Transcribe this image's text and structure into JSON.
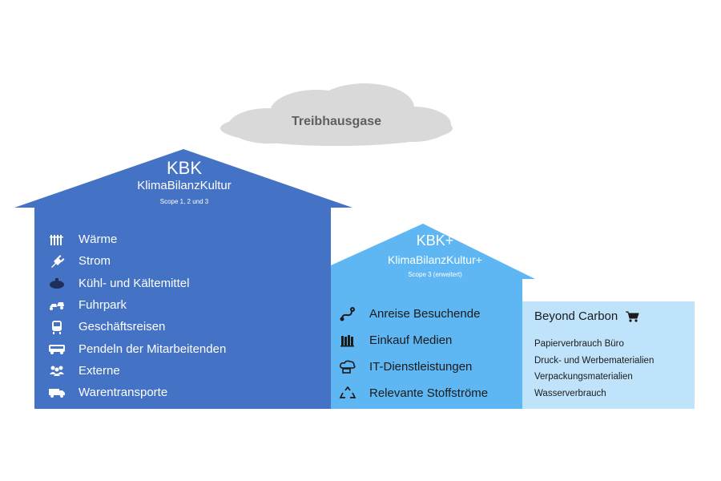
{
  "cloud": {
    "label": "Treibhausgase"
  },
  "kbk": {
    "title": "KBK",
    "subtitle": "KlimaBilanzKultur",
    "scope": "Scope 1, 2 und 3",
    "items": [
      {
        "label": "Wärme",
        "icon": "radiator-icon"
      },
      {
        "label": "Strom",
        "icon": "plug-icon"
      },
      {
        "label": "Kühl- und Kältemittel",
        "icon": "coolant-icon"
      },
      {
        "label": "Fuhrpark",
        "icon": "vehicles-icon"
      },
      {
        "label": "Geschäftsreisen",
        "icon": "train-icon"
      },
      {
        "label": "Pendeln der Mitarbeitenden",
        "icon": "bus-icon"
      },
      {
        "label": "Externe",
        "icon": "people-icon"
      },
      {
        "label": "Warentransporte",
        "icon": "truck-icon"
      }
    ],
    "color": "#4472c4"
  },
  "kbk_plus": {
    "title": "KBK+",
    "subtitle": "KlimaBilanzKultur+",
    "scope": "Scope 3 (erweitert)",
    "items": [
      {
        "label": "Anreise Besuchende",
        "icon": "route-icon"
      },
      {
        "label": "Einkauf Medien",
        "icon": "books-icon"
      },
      {
        "label": "IT-Dienstleistungen",
        "icon": "cloud-server-icon"
      },
      {
        "label": "Relevante Stoffströme",
        "icon": "recycle-icon"
      }
    ],
    "color": "#5eb6f2"
  },
  "beyond_carbon": {
    "title": "Beyond Carbon",
    "icon": "cart-icon",
    "items": [
      "Papierverbrauch Büro",
      "Druck- und Werbematerialien",
      "Verpackungsmaterialien",
      "Wasserverbrauch"
    ],
    "color": "#bfe3fb"
  }
}
